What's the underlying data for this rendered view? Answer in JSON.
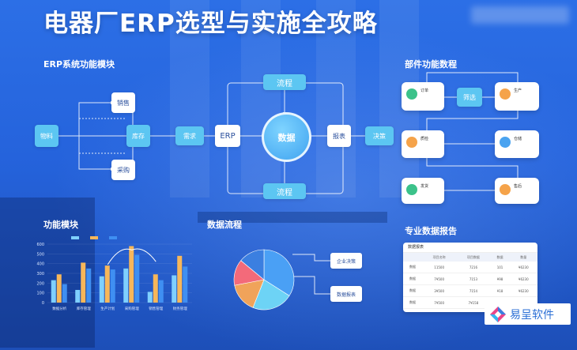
{
  "header": {
    "title": "电器厂ERP选型与实施全攻略"
  },
  "left_diagram": {
    "title": "ERP系统功能模块",
    "nodes": {
      "left": "物料",
      "top": "销售",
      "middle": "库存",
      "bottom": "采购"
    }
  },
  "flow_diagram": {
    "top": "流程",
    "bottom": "流程",
    "center": "数据",
    "left_start": "需求",
    "left": "ERP",
    "right": "报表",
    "right_end": "决策"
  },
  "right_diagram": {
    "title": "部件功能数程",
    "mid_label": "筛选",
    "cards": [
      {
        "icon_color": "#3cc28a",
        "t1": "订单"
      },
      {
        "icon_color": "#f5a34a",
        "t1": "生产"
      },
      {
        "icon_color": "#f5a34a",
        "t1": "质检"
      },
      {
        "icon_color": "#4aa3f0",
        "t1": "仓储"
      },
      {
        "icon_color": "#3cc28a",
        "t1": "发货"
      },
      {
        "icon_color": "#f5a34a",
        "t1": "售后"
      }
    ]
  },
  "bar_chart_section": {
    "title": "功能模块"
  },
  "pie_section": {
    "title": "数据流程",
    "tags": {
      "upper": "企业决策",
      "lower": "数据报表"
    }
  },
  "table_section": {
    "title": "专业数据报告",
    "card_title": "数据报表",
    "headers": [
      "",
      "项目名称",
      "项目数据",
      "数据",
      "数量"
    ],
    "rows": [
      [
        "数据",
        "11500",
        "7216",
        "101",
        "¥6230"
      ],
      [
        "数据",
        "7¥500",
        "7153",
        "¥98",
        "¥6230"
      ],
      [
        "数据",
        "3¥500",
        "7154",
        "¥18",
        "¥6230"
      ],
      [
        "数据",
        "7¥500",
        "7¥158",
        "",
        ""
      ]
    ]
  },
  "logo": {
    "text": "易呈软件"
  },
  "chart_data": {
    "type": "bar",
    "title": "",
    "categories": [
      "数据分析",
      "库存管理",
      "生产计划",
      "采购管理",
      "销售管理",
      "财务管理"
    ],
    "series": [
      {
        "name": "",
        "values": [
          230,
          130,
          270,
          350,
          110,
          280
        ]
      },
      {
        "name": "",
        "values": [
          290,
          410,
          380,
          580,
          290,
          480
        ]
      },
      {
        "name": "",
        "values": [
          190,
          350,
          340,
          490,
          230,
          370
        ]
      }
    ],
    "ylim": [
      0,
      600
    ],
    "yticks": [
      "600",
      "500",
      "400",
      "300",
      "200",
      "100",
      "0"
    ],
    "line": [
      null,
      null,
      390,
      540,
      420,
      null
    ],
    "colors": [
      "#7fd0ff",
      "#f7b75a",
      "#3f8ff2"
    ]
  },
  "pie_data": {
    "type": "pie",
    "values": [
      34,
      22,
      16,
      14,
      14
    ],
    "colors": [
      "#4aa0f5",
      "#6dd3f5",
      "#f0a35a",
      "#f36a7a",
      "#3b7fe0"
    ]
  }
}
